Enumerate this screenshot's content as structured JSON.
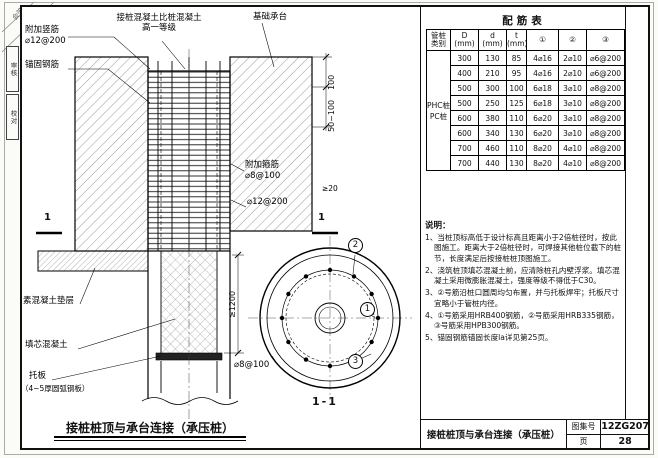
{
  "stamps": {
    "box1": "审核",
    "box2": "校对",
    "corner": "会签"
  },
  "drawing": {
    "top_note_l1": "接桩混凝土比桩混凝土",
    "top_note_l2": "高一等级",
    "cap_label": "基础承台",
    "add_vert_label": "附加竖筋",
    "add_vert_spec": "⌀12@200",
    "anchor_label": "锚固钢筋",
    "hoop_label": "附加箍筋",
    "hoop_spec": "⌀8@100",
    "vert2_spec": "⌀12@200",
    "blinding_label": "素混凝土垫层",
    "core_label": "填芯混凝土",
    "plate_label": "托板",
    "plate_note": "（4~5厚圆弧钢板）",
    "caption": "接桩桩顶与承台连接（承压桩）",
    "cut_label": "1",
    "dims": {
      "d1": "100",
      "d2": "50~100",
      "d3": "≥20",
      "d4": "≥1200"
    }
  },
  "section_view": {
    "caption": "1-1",
    "hoop_spec": "⌀8@100",
    "callouts": {
      "c1": "1",
      "c2": "2",
      "c3": "3"
    }
  },
  "table": {
    "title": "配筋表",
    "headers": {
      "type_l1": "管桩",
      "type_l2": "类别",
      "D": "D",
      "D_unit": "(mm)",
      "d": "d",
      "d_unit": "(mm)",
      "t": "t",
      "t_unit": "(mm)",
      "c1": "①",
      "c2": "②",
      "c3": "③"
    },
    "pile_type_l1": "PHC桩",
    "pile_type_l2": "PC桩",
    "rows": [
      {
        "D": "300",
        "d": "130",
        "t": "85",
        "r1": "4⌀16",
        "r2": "2⌀10",
        "r3": "⌀6@200"
      },
      {
        "D": "400",
        "d": "210",
        "t": "95",
        "r1": "4⌀16",
        "r2": "2⌀10",
        "r3": "⌀6@200"
      },
      {
        "D": "500",
        "d": "300",
        "t": "100",
        "r1": "6⌀18",
        "r2": "3⌀10",
        "r3": "⌀8@200"
      },
      {
        "D": "500",
        "d": "250",
        "t": "125",
        "r1": "6⌀18",
        "r2": "3⌀10",
        "r3": "⌀8@200"
      },
      {
        "D": "600",
        "d": "380",
        "t": "110",
        "r1": "6⌀20",
        "r2": "3⌀10",
        "r3": "⌀8@200"
      },
      {
        "D": "600",
        "d": "340",
        "t": "130",
        "r1": "6⌀20",
        "r2": "3⌀10",
        "r3": "⌀8@200"
      },
      {
        "D": "700",
        "d": "460",
        "t": "110",
        "r1": "8⌀20",
        "r2": "4⌀10",
        "r3": "⌀8@200"
      },
      {
        "D": "700",
        "d": "440",
        "t": "130",
        "r1": "8⌀20",
        "r2": "4⌀10",
        "r3": "⌀8@200"
      }
    ]
  },
  "notes": {
    "title": "说明：",
    "items": [
      "1、当桩顶标高低于设计标高且距离小于2倍桩径时，按此图施工。距离大于2倍桩径时，可焊接其他桩位截下的桩节，长度满足后按接桩桩顶图施工。",
      "2、浇筑桩顶填芯混凝土前，应清除桩孔内壁浮浆。填芯混凝土采用微膨胀混凝土，强度等级不得低于C30。",
      "3、②号筋沿桩口圆周均匀布置，并与托板焊牢；托板尺寸宜略小于管桩内径。",
      "4、①号筋采用HRB400钢筋，②号筋采用HRB335钢筋，③号筋采用HPB300钢筋。",
      "5、锚固钢筋锚固长度la详见第25页。"
    ]
  },
  "titleblock": {
    "title": "接桩桩顶与承台连接（承压桩）",
    "atlas_label": "图集号",
    "atlas_no": "12ZG207",
    "page_label": "页",
    "page_no": "28"
  }
}
